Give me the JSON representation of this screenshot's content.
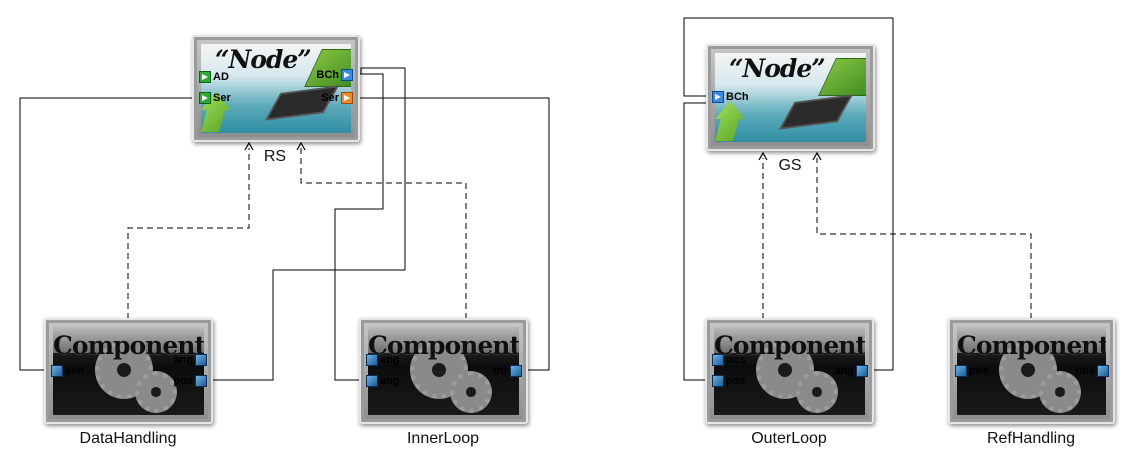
{
  "node_title": "“Node”",
  "component_title": "Component",
  "nodes": [
    {
      "key": "rs",
      "caption": "RS",
      "ports": [
        {
          "label": "AD",
          "kind": "in",
          "side": "left"
        },
        {
          "label": "Ser",
          "kind": "in",
          "side": "left"
        },
        {
          "label": "BCh",
          "kind": "out",
          "side": "right",
          "mark": "B"
        },
        {
          "label": "Ser",
          "kind": "outo",
          "side": "right",
          "mark": "0"
        }
      ]
    },
    {
      "key": "gs",
      "caption": "GS",
      "ports": [
        {
          "label": "BCh",
          "kind": "out",
          "side": "left",
          "mark": "B"
        }
      ]
    }
  ],
  "components": [
    {
      "key": "datahandling",
      "caption": "DataHandling",
      "ports": [
        {
          "label": "sen",
          "side": "left"
        },
        {
          "label": "ang",
          "side": "right"
        },
        {
          "label": "pos",
          "side": "right"
        }
      ]
    },
    {
      "key": "innerloop",
      "caption": "InnerLoop",
      "ports": [
        {
          "label": "ang",
          "side": "left"
        },
        {
          "label": "ang",
          "side": "left"
        },
        {
          "label": "thr",
          "side": "right"
        }
      ]
    },
    {
      "key": "outerloop",
      "caption": "OuterLoop",
      "ports": [
        {
          "label": "pos",
          "side": "left"
        },
        {
          "label": "pos",
          "side": "left"
        },
        {
          "label": "ang",
          "side": "right"
        }
      ]
    },
    {
      "key": "refhandling",
      "caption": "RefHandling",
      "ports": [
        {
          "label": "pos",
          "side": "left"
        },
        {
          "label": "pos",
          "side": "right"
        }
      ]
    }
  ],
  "colors": {
    "line": "#000000",
    "node_accent": "#2f8ea2",
    "component_bg": "#111111"
  },
  "icons": [
    "gear-icon",
    "chip-icon",
    "circuit-board-icon",
    "arrow-icon",
    "input-port-icon",
    "output-port-icon",
    "component-port-icon"
  ]
}
